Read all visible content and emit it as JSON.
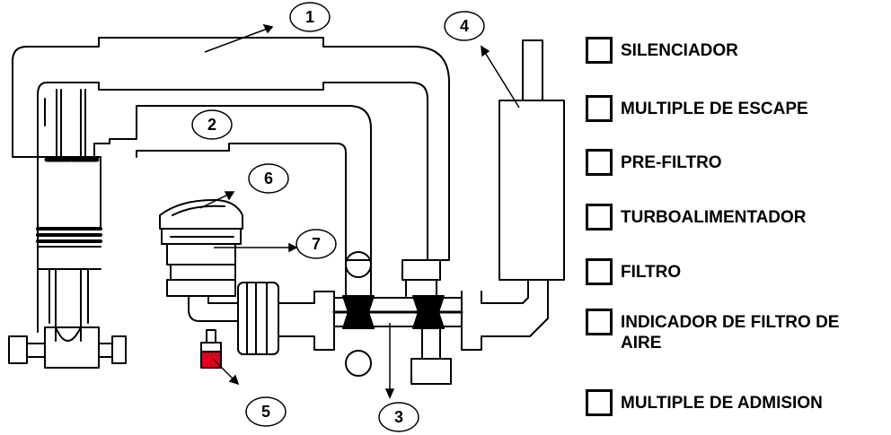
{
  "callouts": [
    "1",
    "2",
    "3",
    "4",
    "5",
    "6",
    "7"
  ],
  "legend": [
    {
      "label": "SILENCIADOR"
    },
    {
      "label": "MULTIPLE DE ESCAPE"
    },
    {
      "label": "PRE-FILTRO"
    },
    {
      "label": "TURBOALIMENTADOR"
    },
    {
      "label": "FILTRO"
    },
    {
      "label": "INDICADOR DE FILTRO DE AIRE"
    },
    {
      "label": "MULTIPLE DE ADMISION"
    }
  ],
  "colors": {
    "line": "#000000",
    "indicator": "#e0001b",
    "fill": "#ffffff"
  }
}
